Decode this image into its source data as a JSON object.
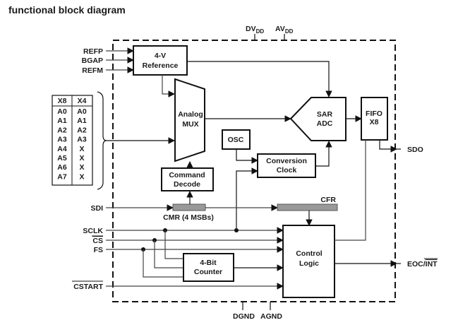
{
  "title": "functional block diagram",
  "power_pins": {
    "top": [
      {
        "name": "DV",
        "sub": "DD"
      },
      {
        "name": "AV",
        "sub": "DD"
      }
    ],
    "bottom": [
      "DGND",
      "AGND"
    ]
  },
  "reference_inputs": [
    "REFP",
    "BGAP",
    "REFM"
  ],
  "blocks": {
    "reference": [
      "4-V",
      "Reference"
    ],
    "mux": [
      "Analog",
      "MUX"
    ],
    "command_decode": [
      "Command",
      "Decode"
    ],
    "osc": "OSC",
    "conversion_clock": [
      "Conversion",
      "Clock"
    ],
    "sar_adc": [
      "SAR",
      "ADC"
    ],
    "fifo": [
      "FIFO",
      "X8"
    ],
    "control_logic": [
      "Control",
      "Logic"
    ],
    "counter": [
      "4-Bit",
      "Counter"
    ]
  },
  "registers": {
    "cmr": "CMR (4 MSBs)",
    "cfr": "CFR"
  },
  "channel_table": {
    "headers": [
      "X8",
      "X4"
    ],
    "rows": [
      [
        "A0",
        "A0"
      ],
      [
        "A1",
        "A1"
      ],
      [
        "A2",
        "A2"
      ],
      [
        "A3",
        "A3"
      ],
      [
        "A4",
        "X"
      ],
      [
        "A5",
        "X"
      ],
      [
        "A6",
        "X"
      ],
      [
        "A7",
        "X"
      ]
    ]
  },
  "inputs": {
    "sdi": "SDI",
    "sclk": "SCLK",
    "cs": "CS",
    "fs": "FS",
    "cstart": "CSTART"
  },
  "outputs": {
    "sdo": "SDO",
    "eoc": "EOC/",
    "int": "INT"
  },
  "overbar_signals": [
    "CS",
    "CSTART",
    "INT"
  ]
}
